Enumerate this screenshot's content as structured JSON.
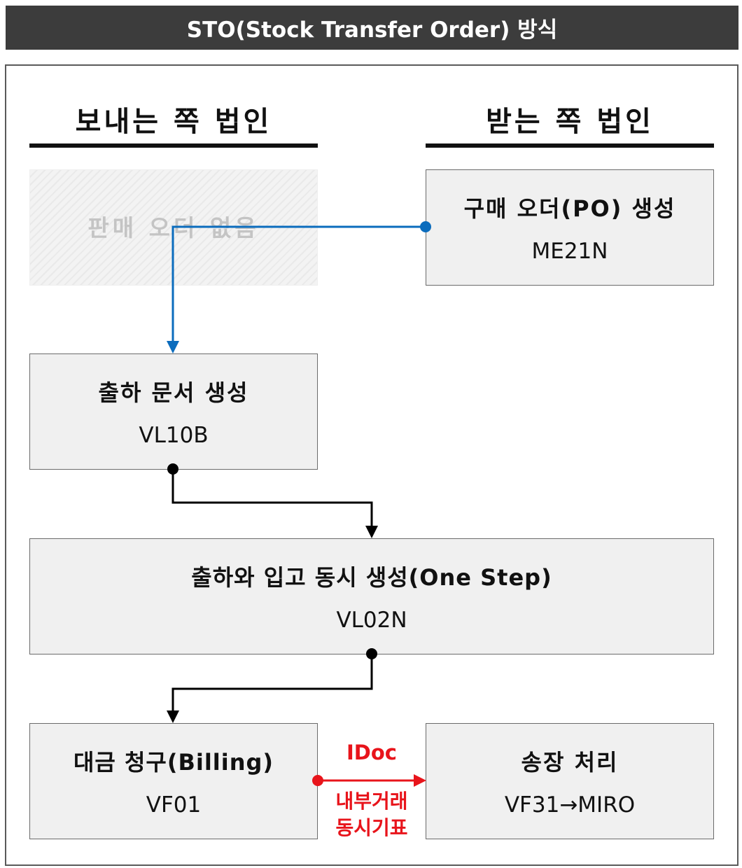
{
  "title": "STO(Stock Transfer Order) 방식",
  "columns": {
    "left": "보내는 쪽 법인",
    "right": "받는 쪽 법인"
  },
  "nodes": {
    "no_sales_order": "판매 오더 없음",
    "po": {
      "title": "구매 오더(PO) 생성",
      "code": "ME21N"
    },
    "delivery": {
      "title": "출하 문서 생성",
      "code": "VL10B"
    },
    "one_step": {
      "title": "출하와 입고 동시 생성(One Step)",
      "code": "VL02N"
    },
    "billing": {
      "title": "대금 청구(Billing)",
      "code": "VF01"
    },
    "invoice": {
      "title": "송장 처리",
      "code": "VF31→MIRO"
    }
  },
  "edges": {
    "idoc_label": "IDoc",
    "idoc_sub_1": "내부거래",
    "idoc_sub_2": "동시기표"
  },
  "colors": {
    "title_bg": "#3c3c3c",
    "box_bg": "#f0f0f0",
    "blue_connector": "#0b6cbd",
    "black_connector": "#000000",
    "red_connector": "#e8141b"
  }
}
